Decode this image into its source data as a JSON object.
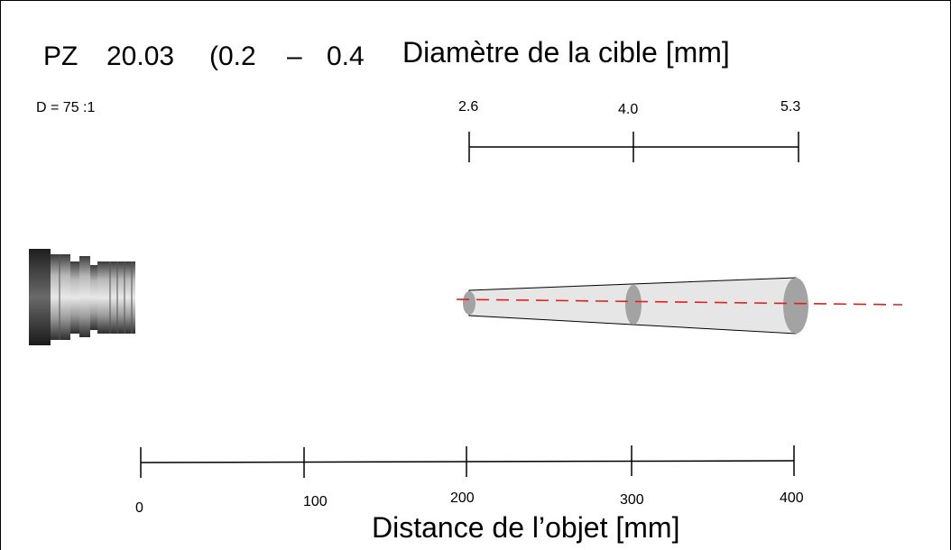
{
  "title": {
    "part1": "PZ",
    "part2": "20.03",
    "part3": "(0.2",
    "part4": "–",
    "part5": "0.4",
    "spot_label": "Diamètre de la cible [mm]"
  },
  "ratio": "D = 75 :1",
  "spot_diameters": [
    {
      "distance": 200,
      "label": "2.6"
    },
    {
      "distance": 300,
      "label": "4.0"
    },
    {
      "distance": 400,
      "label": "5.3"
    }
  ],
  "distance_axis": {
    "ticks": [
      "0",
      "100",
      "200",
      "300",
      "400"
    ],
    "label": "Distance de l’objet [mm]",
    "range": [
      0,
      400
    ]
  },
  "colors": {
    "line": "#000000",
    "laser": "#e02020",
    "cone_fill": "#e6e6e6",
    "spot_fill": "#a3a3a3",
    "sensor_body": "#8c8c8c"
  },
  "icons": {
    "sensor": "sensor-head-icon"
  }
}
